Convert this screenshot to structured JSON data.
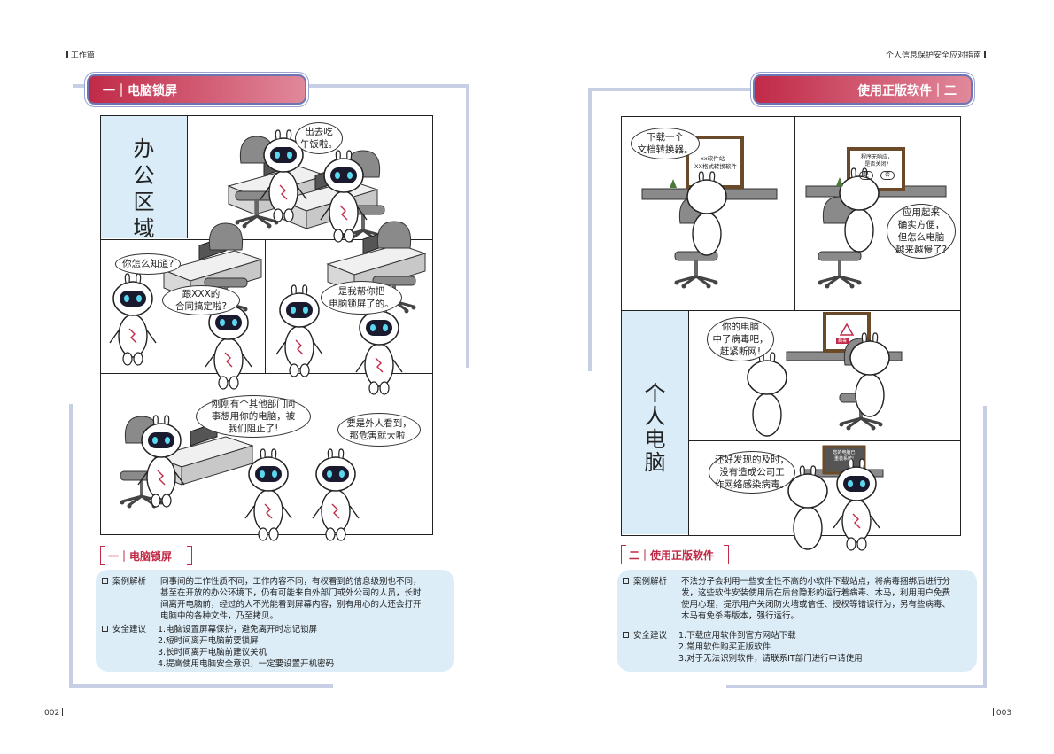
{
  "header": {
    "left": "工作篇",
    "right": "个人信息保护安全应对指南"
  },
  "left_page": {
    "title_pill": "一｜电脑锁屏",
    "side_label": "办\n公\n区\n域",
    "panel1_bubble": "出去吃\n午饭啦。",
    "panel2_bubble_a": "你怎么知道?",
    "panel2_bubble_b": "跟XXX的\n合同搞定啦?",
    "panel3_bubble": "是我帮你把\n电脑锁屏了的。",
    "panel4_bubble_a": "刚刚有个其他部门同\n事想用你的电脑，被\n我们阻止了!",
    "panel4_bubble_b": "要是外人看到，\n那危害就大啦!",
    "section_tag": "一｜电脑锁屏",
    "case_label": "案例解析",
    "case_lines": [
      "同事间的工作性质不同，工作内容不同，有权看到的信息级别也不同，",
      "甚至在开放的办公环境下，仍有可能来自外部门或外公司的人员，长时",
      "间离开电脑前，经过的人不光能看到屏幕内容，别有用心的人还会打开",
      "电脑中的各种文件，乃至拷贝。"
    ],
    "advice_label": "安全建议",
    "advice_lines": [
      "1.电脑设置屏幕保护，避免离开时忘记锁屏",
      "2.短时间离开电脑前要锁屏",
      "3.长时间离开电脑前建议关机",
      "4.提高使用电脑安全意识，一定要设置开机密码"
    ],
    "page_number": "002"
  },
  "right_page": {
    "title_pill": "使用正版软件｜二",
    "side_label": "个\n人\n电\n脑",
    "panel1_bubble": "下载一个\n文档转换器。",
    "panel1_screen": [
      "xx软件站 --",
      "XX格式转换软件"
    ],
    "panel2_screen": [
      "程序无响应，",
      "是否关闭?"
    ],
    "panel2_buttons": [
      "是",
      "否"
    ],
    "panel2_bubble": "应用起来\n确实方便，\n但怎么电脑\n越来越慢了?",
    "panel3_bubble": "你的电脑\n中了病毒吧，\n赶紧断网!",
    "panel3_screen": "病毒",
    "panel4_bubble": "还好发现的及时，\n没有造成公司工\n作网络感染病毒。",
    "panel4_screen": [
      "您的电脑已",
      "重装系统!"
    ],
    "section_tag": "二｜使用正版软件",
    "case_label": "案例解析",
    "case_lines": [
      "不法分子会利用一些安全性不高的小软件下载站点，将病毒捆绑后进行分",
      "发，这些软件安装使用后在后台隐形的运行着病毒、木马，利用用户免费",
      "使用心理，提示用户关闭防火墙或信任、授权等错误行为，另有些病毒、",
      "木马有免杀毒版本，强行运行。"
    ],
    "advice_label": "安全建议",
    "advice_lines": [
      "1.下载应用软件到官方网站下载",
      "2.常用软件购买正版软件",
      "3.对于无法识别软件，请联系IT部门进行申请使用"
    ],
    "page_number": "003"
  },
  "colors": {
    "accent": "#c02a47",
    "frame": "#c7cfe4",
    "panel_blue": "#d9ecf8",
    "info_bg": "#dcedf8",
    "robot_face": "#1a1a2e",
    "robot_eye": "#5ad8f0"
  }
}
